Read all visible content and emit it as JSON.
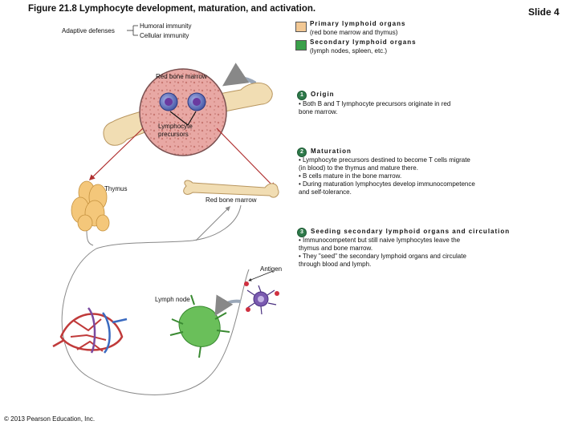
{
  "header": {
    "title": "Figure 21.8 Lymphocyte development, maturation, and activation.",
    "slide": "Slide 4"
  },
  "defenses": {
    "root": "Adaptive defenses",
    "humoral": "Humoral immunity",
    "cellular": "Cellular immunity"
  },
  "legend": {
    "primary_title": "Primary lymphoid organs",
    "primary_sub": "(red bone marrow and thymus)",
    "primary_color": "#f2c894",
    "secondary_title": "Secondary lymphoid organs",
    "secondary_sub": "(lymph nodes, spleen, etc.)",
    "secondary_color": "#3aa04a"
  },
  "labels": {
    "red_bone_marrow_top": "Red bone marrow",
    "lymphocyte_precursors_1": "Lymphocyte",
    "lymphocyte_precursors_2": "precursors",
    "thymus": "Thymus",
    "red_bone_marrow_mid": "Red bone marrow",
    "antigen": "Antigen",
    "lymph_node": "Lymph node"
  },
  "steps": [
    {
      "num": "1",
      "title": "Origin",
      "bullets": [
        "• Both B and T lymphocyte precursors originate in red",
        "   bone marrow."
      ]
    },
    {
      "num": "2",
      "title": "Maturation",
      "bullets": [
        "• Lymphocyte precursors destined to become T cells migrate",
        "   (in blood) to the thymus and mature there.",
        "• B cells mature in the bone marrow.",
        "• During maturation lymphocytes develop immunocompetence",
        "   and self-tolerance."
      ]
    },
    {
      "num": "3",
      "title": "Seeding secondary lymphoid organs and circulation",
      "bullets": [
        "• Immunocompetent but still naive lymphocytes leave the",
        "   thymus and bone marrow.",
        "• They \"seed\" the secondary lymphoid organs and circulate",
        "   through blood and lymph."
      ]
    }
  ],
  "footer": {
    "copyright": "© 2013 Pearson Education, Inc."
  }
}
